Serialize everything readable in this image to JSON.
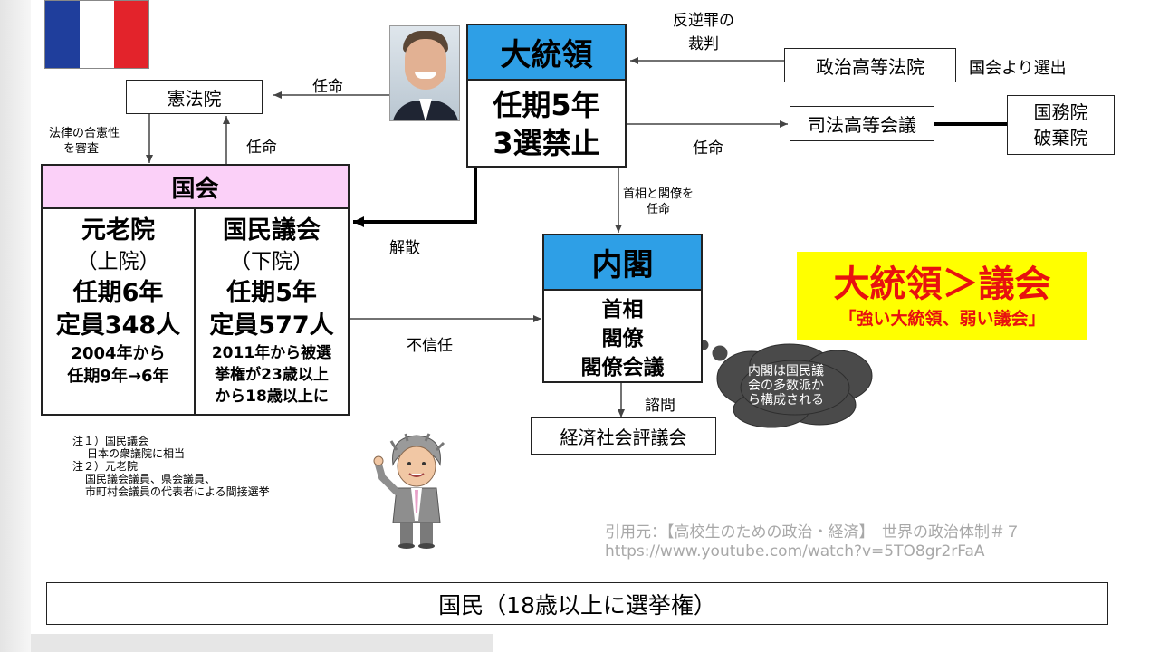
{
  "colors": {
    "blue": "#2e9fe6",
    "pink": "#fbd0f8",
    "yellow": "#ffff00",
    "red": "#e8110f",
    "cloud": "#4a4a4a"
  },
  "president": {
    "title": "大統領",
    "line1": "任期5年",
    "line2": "3選禁止"
  },
  "constitutional_council": "憲法院",
  "high_court": "政治高等法院",
  "high_court_note": "国会より選出",
  "judicial_council": "司法高等会議",
  "council_of_state_line1": "国務院",
  "council_of_state_line2": "破棄院",
  "parliament": {
    "title": "国会",
    "senate": {
      "name": "元老院",
      "sub": "（上院）",
      "term": "任期6年",
      "seats": "定員348人",
      "note1": "2004年から",
      "note2": "任期9年→6年"
    },
    "national_assembly": {
      "name": "国民議会",
      "sub": "（下院）",
      "term": "任期5年",
      "seats": "定員577人",
      "note1": "2011年から被選",
      "note2": "挙権が23歳以上",
      "note3": "から18歳以上に"
    }
  },
  "cabinet": {
    "title": "内閣",
    "line1": "首相",
    "line2": "閣僚",
    "line3": "閣僚会議"
  },
  "esc": "経済社会評議会",
  "labels": {
    "appoint1": "任命",
    "appoint2": "任命",
    "appoint3": "任命",
    "review_line1": "法律の合憲性",
    "review_line2": "を審査",
    "treason_line1": "反逆罪の",
    "treason_line2": "裁判",
    "pm_line1": "首相と閣僚を",
    "pm_line2": "任命",
    "dissolution": "解散",
    "no_confidence": "不信任",
    "consult": "諮問"
  },
  "cloud_text": {
    "line1": "内閣は国民議",
    "line2": "会の多数派か",
    "line3": "ら構成される"
  },
  "highlight": {
    "main": "大統領＞議会",
    "sub": "「強い大統領、弱い議会」"
  },
  "notes": {
    "n1": "注１）国民議会",
    "n1b": "日本の衆議院に相当",
    "n2": "注２）元老院",
    "n2b": "国民議会議員、県会議員、",
    "n2c": "市町村会議員の代表者による間接選挙"
  },
  "source": {
    "line1": "引用元：【高校生のための政治・経済】　世界の政治体制＃７",
    "line2": "https://www.youtube.com/watch?v=5TO8gr2rFaA"
  },
  "citizens": "国民（18歳以上に選挙権）"
}
